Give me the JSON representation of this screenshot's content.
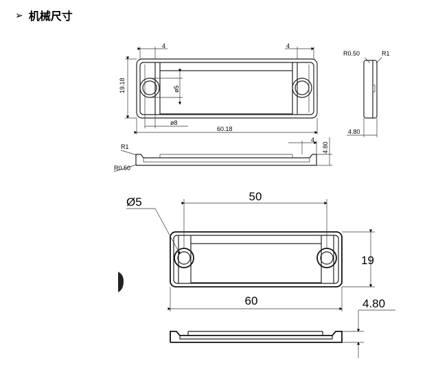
{
  "heading": {
    "marker": "➢",
    "title": "机械尺寸"
  },
  "drawing_top": {
    "width_tab_left": "4",
    "width_tab_right": "4",
    "height": "19.18",
    "hole_dia": "ø5",
    "mount_dia": "ø8",
    "length": "60.18",
    "side_r_outer": "R0.50",
    "side_r_inner": "R1",
    "thickness": "4.80",
    "profile_r_top": "R1",
    "profile_r_bottom": "R0.50",
    "profile_tab": "4",
    "profile_thickness": "4.80"
  },
  "drawing_bottom": {
    "hole_dia": "Ø5",
    "hole_spacing": "50",
    "height": "19",
    "length": "60",
    "thickness": "4.80"
  }
}
